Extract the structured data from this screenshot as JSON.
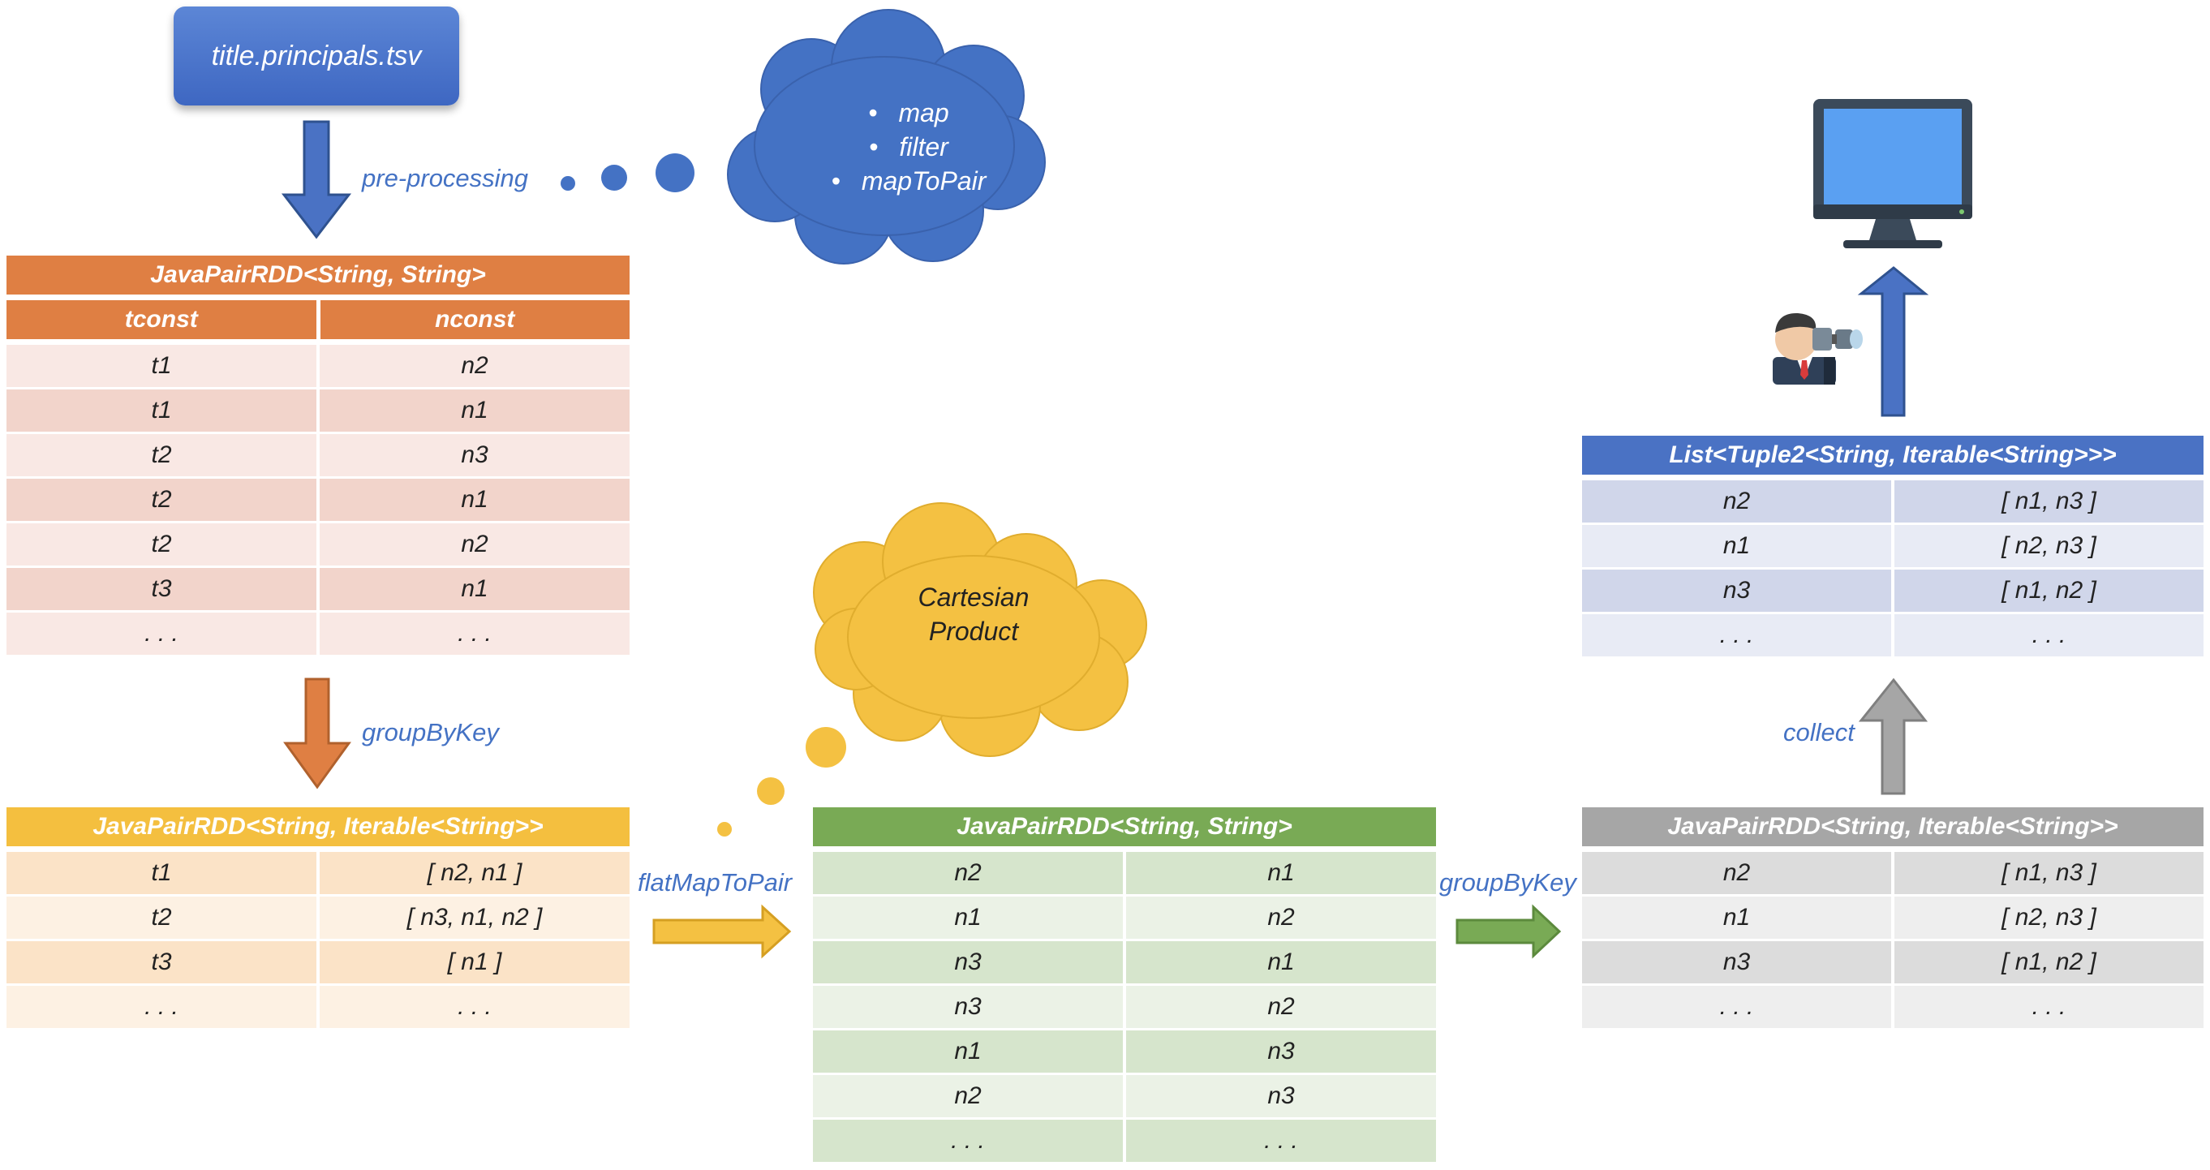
{
  "source": {
    "label": "title.principals.tsv"
  },
  "cloud_preprocessing": {
    "items": [
      "map",
      "filter",
      "mapToPair"
    ],
    "color": "#4472c4"
  },
  "cloud_cartesian": {
    "line1": "Cartesian",
    "line2": "Product",
    "color": "#f4c142"
  },
  "operations": {
    "pre_processing": "pre-processing",
    "group_by_key_1": "groupByKey",
    "flat_map_to_pair": "flatMapToPair",
    "group_by_key_2": "groupByKey",
    "collect": "collect"
  },
  "tables": {
    "principals": {
      "title": "JavaPairRDD<String, String>",
      "columns": [
        "tconst",
        "nconst"
      ],
      "rows": [
        [
          "t1",
          "n2"
        ],
        [
          "t1",
          "n1"
        ],
        [
          "t2",
          "n3"
        ],
        [
          "t2",
          "n1"
        ],
        [
          "t2",
          "n2"
        ],
        [
          "t3",
          "n1"
        ],
        [
          ". . .",
          ". . ."
        ]
      ]
    },
    "grouped_titles": {
      "title": "JavaPairRDD<String, Iterable<String>>",
      "rows": [
        [
          "t1",
          "[ n2, n1 ]"
        ],
        [
          "t2",
          "[ n3, n1, n2 ]"
        ],
        [
          "t3",
          "[ n1 ]"
        ],
        [
          ". . .",
          ". . ."
        ]
      ]
    },
    "pairs": {
      "title": "JavaPairRDD<String, String>",
      "rows": [
        [
          "n2",
          "n1"
        ],
        [
          "n1",
          "n2"
        ],
        [
          "n3",
          "n1"
        ],
        [
          "n3",
          "n2"
        ],
        [
          "n1",
          "n3"
        ],
        [
          "n2",
          "n3"
        ],
        [
          ". . .",
          ". . ."
        ]
      ]
    },
    "grouped_names": {
      "title": "JavaPairRDD<String, Iterable<String>>",
      "rows": [
        [
          "n2",
          "[ n1, n3 ]"
        ],
        [
          "n1",
          "[ n2, n3 ]"
        ],
        [
          "n3",
          "[ n1, n2 ]"
        ],
        [
          ". . .",
          ". . ."
        ]
      ]
    },
    "collected": {
      "title": "List<Tuple2<String, Iterable<String>>>",
      "rows": [
        [
          "n2",
          "[ n1, n3 ]"
        ],
        [
          "n1",
          "[ n2, n3 ]"
        ],
        [
          "n3",
          "[ n1, n2 ]"
        ],
        [
          ". . .",
          ". . ."
        ]
      ]
    }
  },
  "icons": {
    "monitor": "monitor-icon",
    "observer": "binoculars-person-icon"
  }
}
